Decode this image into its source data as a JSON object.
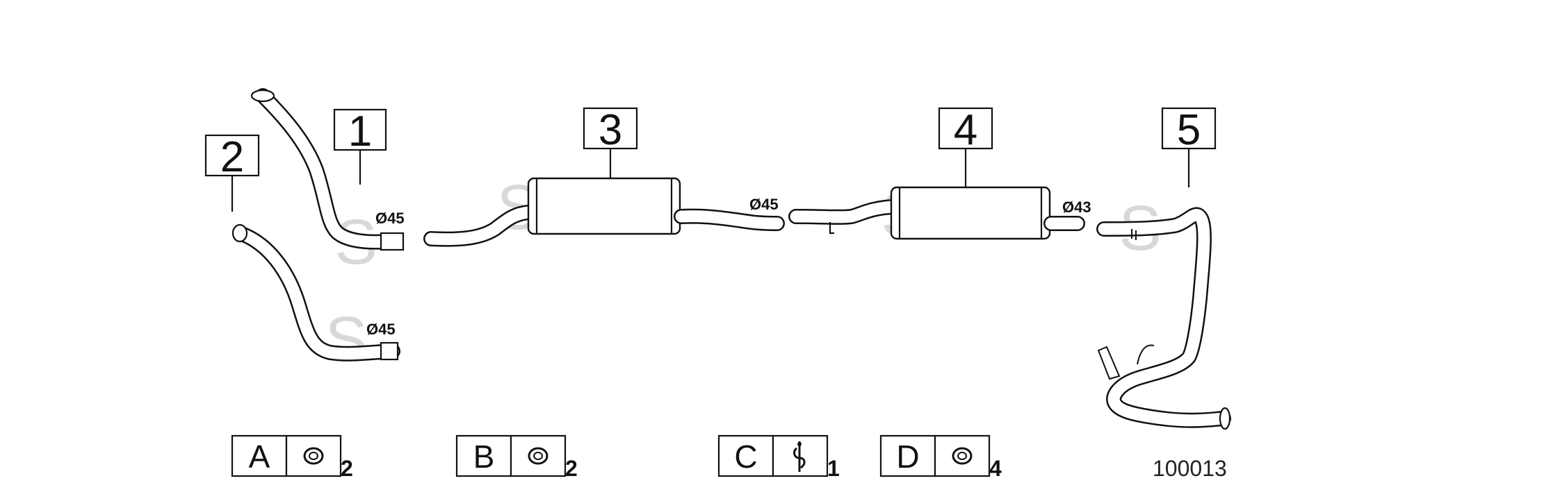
{
  "parts": [
    {
      "id": "1",
      "label": "1",
      "diameter": "Ø45"
    },
    {
      "id": "2",
      "label": "2",
      "diameter": "Ø45"
    },
    {
      "id": "3",
      "label": "3",
      "diameter": "Ø45"
    },
    {
      "id": "4",
      "label": "4",
      "diameter": "Ø43"
    },
    {
      "id": "5",
      "label": "5"
    }
  ],
  "accessories": [
    {
      "letter": "A",
      "qty": "2",
      "icon": "ring-gasket-icon"
    },
    {
      "letter": "B",
      "qty": "2",
      "icon": "ring-gasket-icon"
    },
    {
      "letter": "C",
      "qty": "1",
      "icon": "rubber-hanger-icon"
    },
    {
      "letter": "D",
      "qty": "4",
      "icon": "ring-gasket-icon"
    }
  ],
  "reference_code": "100013",
  "watermark": "S"
}
